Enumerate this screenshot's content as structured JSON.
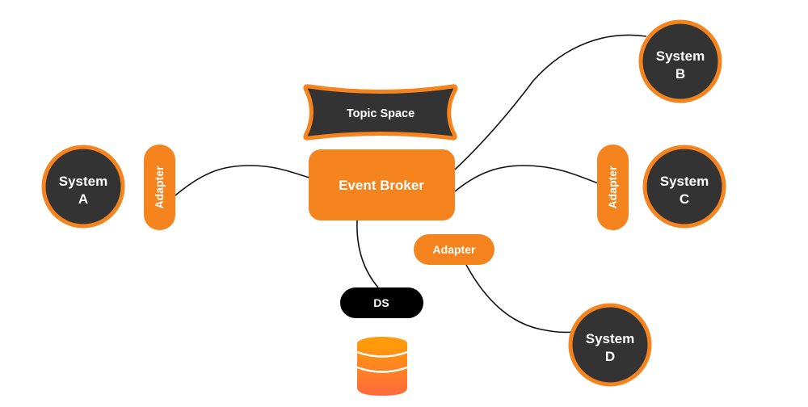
{
  "diagram": {
    "colors": {
      "accent": "#F5841F",
      "node_dark": "#333333",
      "ds_pill": "#000000",
      "edge": "#111111",
      "db_top": "#FF9A0A",
      "db_bottom": "#FF6A3D",
      "text": "#FFFFFF"
    },
    "nodes": {
      "topic_space": {
        "label": "Topic Space"
      },
      "event_broker": {
        "label": "Event Broker"
      },
      "system_a": {
        "line1": "System",
        "line2": "A"
      },
      "system_b": {
        "line1": "System",
        "line2": "B"
      },
      "system_c": {
        "line1": "System",
        "line2": "C"
      },
      "system_d": {
        "line1": "System",
        "line2": "D"
      },
      "adapter_a": {
        "label": "Adapter"
      },
      "adapter_c": {
        "label": "Adapter"
      },
      "adapter_d": {
        "label": "Adapter"
      },
      "ds": {
        "label": "DS"
      },
      "database": {
        "icon": "database-icon"
      }
    },
    "edges": [
      {
        "from": "adapter_a",
        "to": "event_broker"
      },
      {
        "from": "event_broker",
        "to": "system_b"
      },
      {
        "from": "event_broker",
        "to": "adapter_c"
      },
      {
        "from": "event_broker",
        "to": "ds"
      },
      {
        "from": "adapter_d",
        "to": "system_d"
      }
    ]
  }
}
